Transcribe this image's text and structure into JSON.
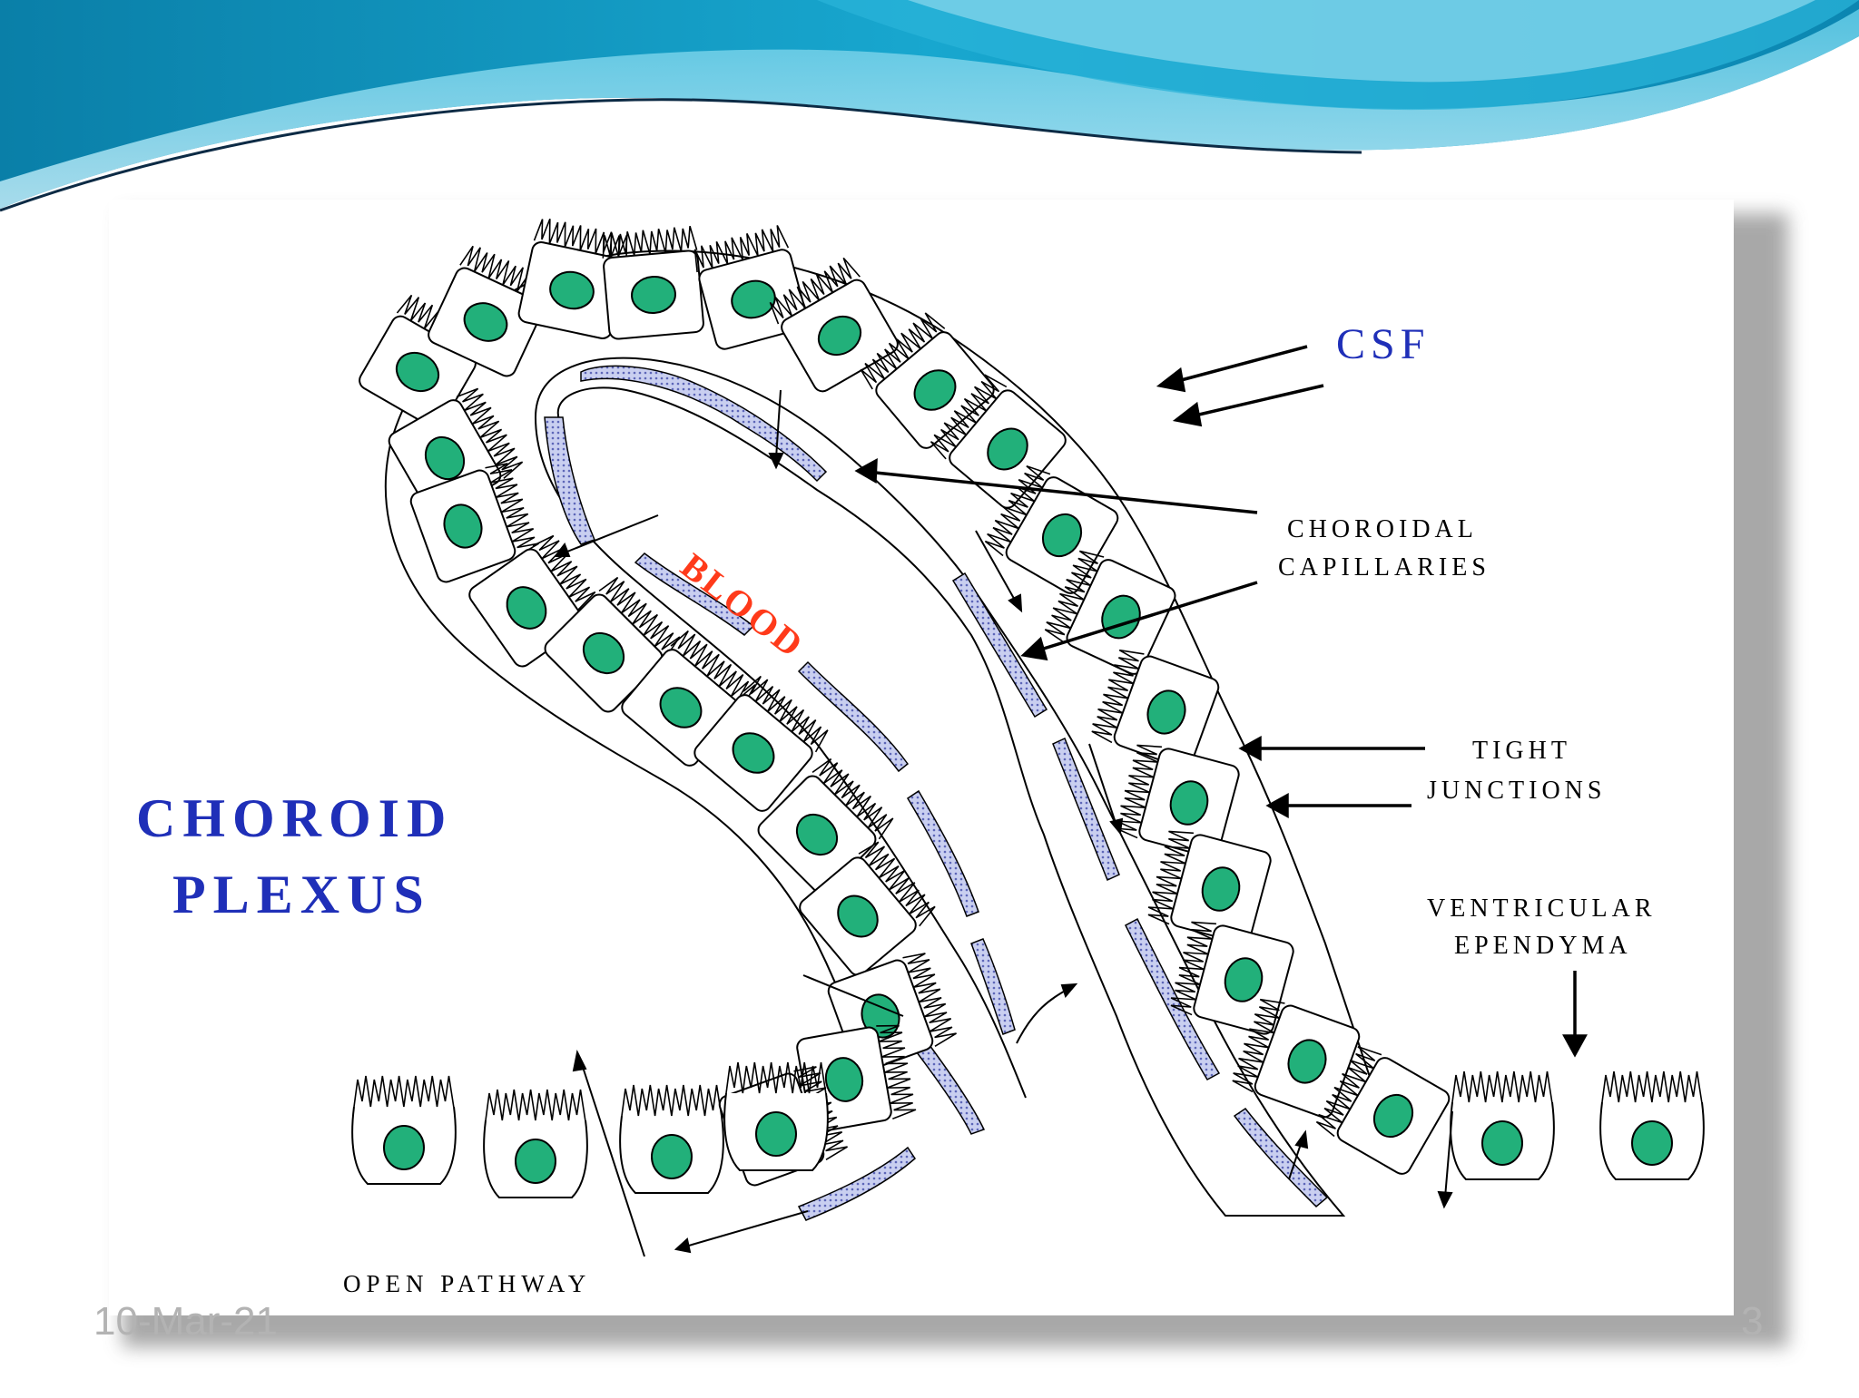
{
  "footer": {
    "date": "10-Mar-21",
    "page": "3"
  },
  "diagram": {
    "title_line1": "CHOROID",
    "title_line2": "PLEXUS",
    "blood": "BLOOD",
    "csf": "CSF",
    "choroidal_line1": "CHOROIDAL",
    "choroidal_line2": "CAPILLARIES",
    "tight_line1": "TIGHT",
    "tight_line2": "JUNCTIONS",
    "ventricular_line1": "VENTRICULAR",
    "ventricular_line2": "EPENDYMA",
    "open_pathway": "OPEN PATHWAY"
  },
  "colors": {
    "nucleus": "#22b07a",
    "label_blue": "#1f2fb8",
    "blood_red": "#ff3a1a",
    "capillary": "#8a94d6",
    "header_teal": "#0a8fb8"
  }
}
